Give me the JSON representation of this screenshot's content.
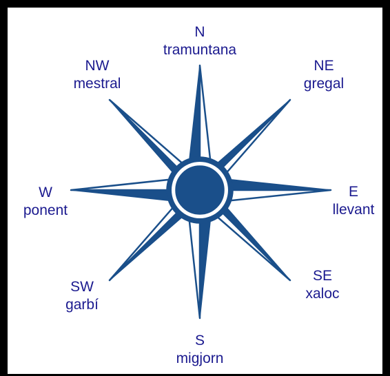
{
  "colors": {
    "ink": "#1a4f8a",
    "text": "#1b1a8f",
    "frame": "#000000",
    "background": "#ffffff"
  },
  "directions": {
    "n": {
      "abbr": "N",
      "name": "tramuntana"
    },
    "ne": {
      "abbr": "NE",
      "name": "gregal"
    },
    "e": {
      "abbr": "E",
      "name": "llevant"
    },
    "se": {
      "abbr": "SE",
      "name": "xaloc"
    },
    "s": {
      "abbr": "S",
      "name": "migjorn"
    },
    "sw": {
      "abbr": "SW",
      "name": "garbí"
    },
    "w": {
      "abbr": "W",
      "name": "ponent"
    },
    "nw": {
      "abbr": "NW",
      "name": "mestral"
    }
  }
}
